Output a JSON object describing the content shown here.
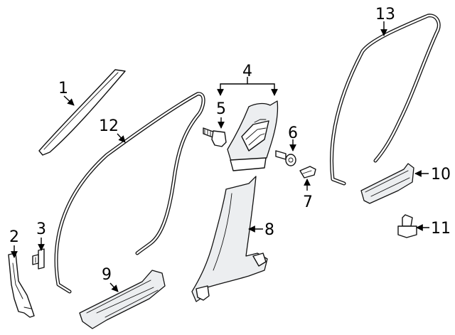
{
  "callouts": {
    "c1": "1",
    "c2": "2",
    "c3": "3",
    "c4": "4",
    "c5": "5",
    "c6": "6",
    "c7": "7",
    "c8": "8",
    "c9": "9",
    "c10": "10",
    "c11": "11",
    "c12": "12",
    "c13": "13"
  },
  "colors": {
    "line": "#111111",
    "panel_shade": "#eceef0",
    "background": "#ffffff"
  }
}
